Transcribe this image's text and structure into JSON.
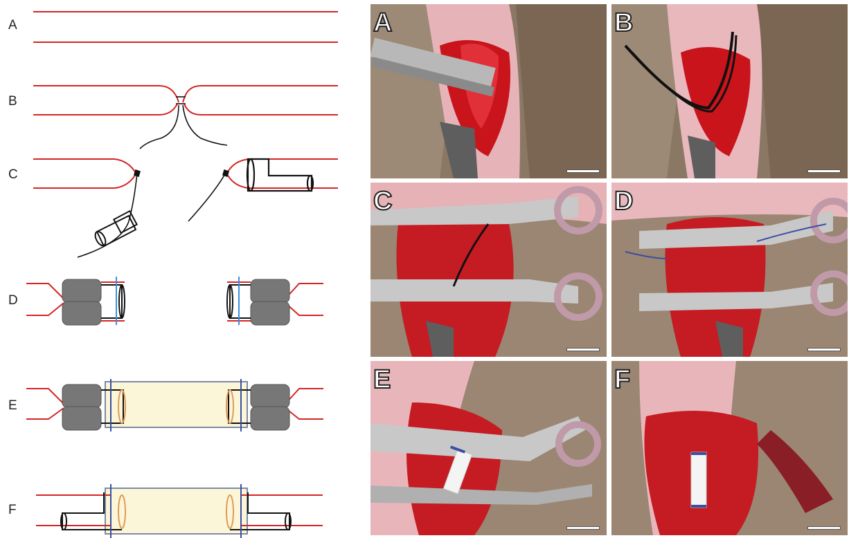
{
  "schematic": {
    "row_labels": [
      "A",
      "B",
      "C",
      "D",
      "E",
      "F"
    ]
  },
  "photos": {
    "panel_letters": [
      "A",
      "B",
      "C",
      "D",
      "E",
      "F"
    ]
  },
  "colors": {
    "vessel": "#d42424",
    "suture": "#111111",
    "cuff": "#111111",
    "clamp": "#777777",
    "ligature": "#3a8fd8",
    "graft_fill": "#fbf6d7",
    "graft_border": "#4a5aa8",
    "cuff_inner": "#e09a5a"
  }
}
